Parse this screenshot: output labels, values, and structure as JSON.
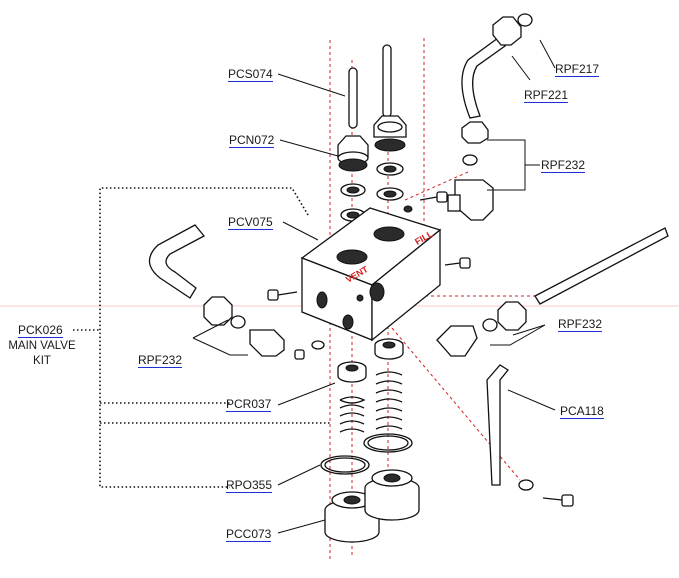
{
  "labels": {
    "pcs074": "PCS074",
    "pcn072": "PCN072",
    "pcv075": "PCV075",
    "pck026": "PCK026",
    "main_valve": "MAIN VALVE",
    "kit": "KIT",
    "rpf232_left": "RPF232",
    "pcr037": "PCR037",
    "rpo355": "RPO355",
    "pcc073": "PCC073",
    "rpf217": "RPF217",
    "rpf221": "RPF221",
    "rpf232_top": "RPF232",
    "rpf232_right": "RPF232",
    "pca118": "PCA118"
  },
  "block_marks": {
    "vent": "VENT",
    "fill": "FILL"
  },
  "colors": {
    "line": "#111111",
    "dashed_red": "#d42020",
    "link_underline": "#1f2fd6",
    "background": "#ffffff"
  }
}
